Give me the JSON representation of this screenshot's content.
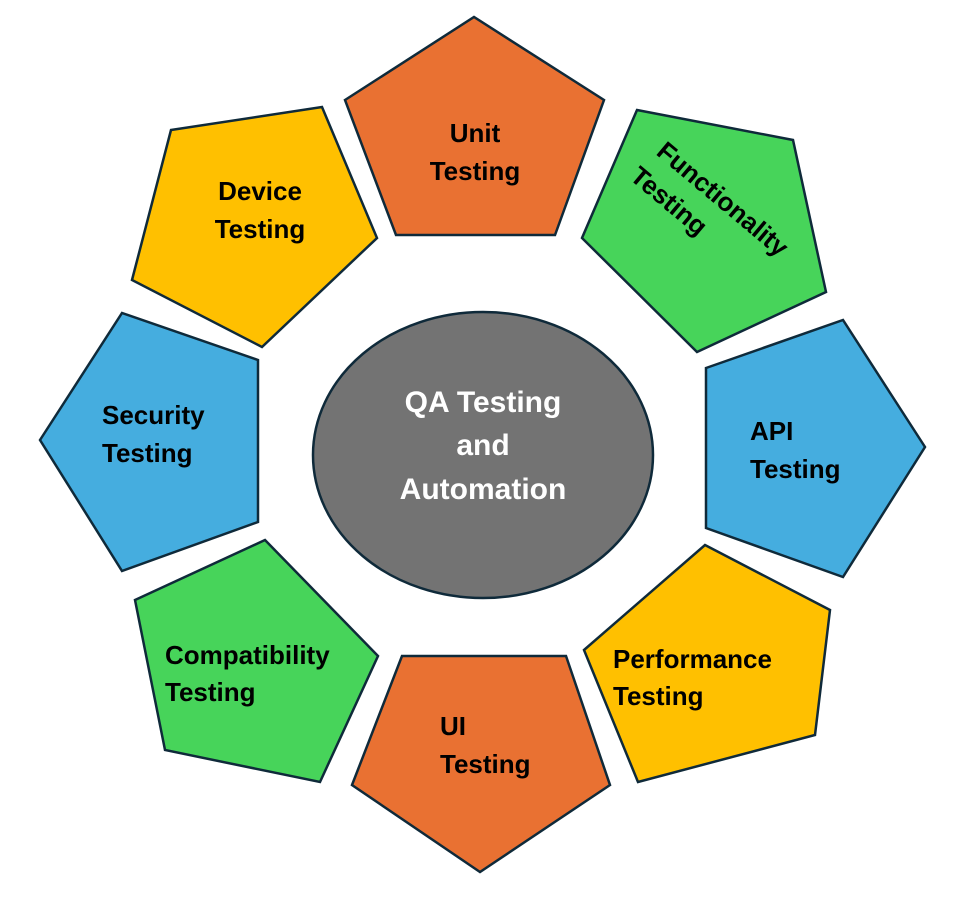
{
  "center": {
    "line1": "QA Testing",
    "line2": "and",
    "line3": "Automation",
    "color": "#737373"
  },
  "colors": {
    "orange": "#E97132",
    "green": "#47D45A",
    "blue": "#45ADDF",
    "yellow": "#FFC000",
    "outline": "#0F2A3A"
  },
  "segments": [
    {
      "line1": "Unit",
      "line2": "Testing",
      "color": "orange"
    },
    {
      "line1": "Functionality",
      "line2": "Testing",
      "color": "green"
    },
    {
      "line1": "API",
      "line2": "Testing",
      "color": "blue"
    },
    {
      "line1": "Performance",
      "line2": "Testing",
      "color": "yellow"
    },
    {
      "line1": "UI",
      "line2": "Testing",
      "color": "orange"
    },
    {
      "line1": "Compatibility",
      "line2": "Testing",
      "color": "green"
    },
    {
      "line1": "Security",
      "line2": "Testing",
      "color": "blue"
    },
    {
      "line1": "Device",
      "line2": "Testing",
      "color": "yellow"
    }
  ]
}
